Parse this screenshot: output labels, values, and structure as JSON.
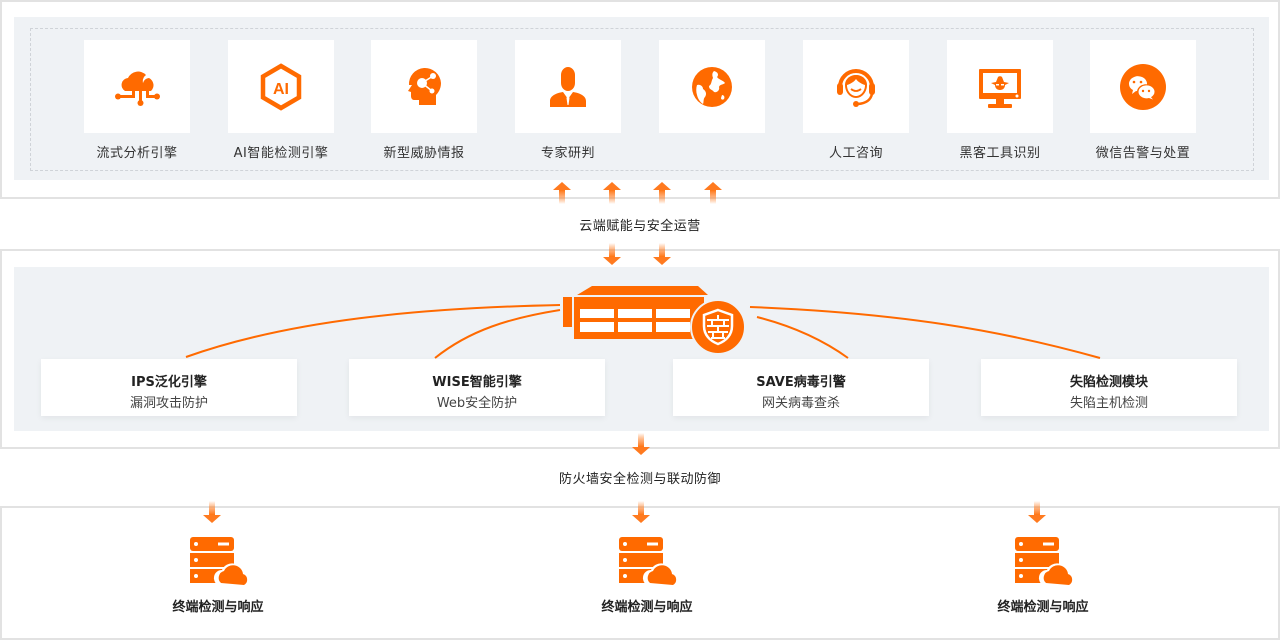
{
  "colors": {
    "accent": "#ff6a00",
    "panel_bg": "#eff2f5",
    "frame_border": "#e2e2e2",
    "text_primary": "#222222",
    "text_secondary": "#444444"
  },
  "cloud_layer": {
    "tiles": [
      {
        "icon": "cloud-network-icon",
        "label": "流式分析引擎"
      },
      {
        "icon": "ai-hexagon-icon",
        "label": "AI智能检测引擎"
      },
      {
        "icon": "head-intelligence-icon",
        "label": "新型威胁情报"
      },
      {
        "icon": "expert-person-icon",
        "label": "专家研判"
      },
      {
        "icon": "globe-icon",
        "label": ""
      },
      {
        "icon": "headset-support-icon",
        "label": "人工咨询"
      },
      {
        "icon": "hacker-monitor-icon",
        "label": "黑客工具识别"
      },
      {
        "icon": "wechat-icon",
        "label": "微信告警与处置"
      }
    ]
  },
  "connector_1": {
    "label": "云端赋能与安全运营"
  },
  "firewall_layer": {
    "device_icon": "firewall-appliance-icon",
    "badge_icon": "shield-brick-icon",
    "modules": [
      {
        "title": "IPS泛化引擎",
        "subtitle": "漏洞攻击防护"
      },
      {
        "title": "WISE智能引擎",
        "subtitle": "Web安全防护"
      },
      {
        "title": "SAVE病毒引警",
        "subtitle": "网关病毒查杀"
      },
      {
        "title": "失陷检测模块",
        "subtitle": "失陷主机检测"
      }
    ]
  },
  "connector_2": {
    "label": "防火墙安全检测与联动防御"
  },
  "endpoint_layer": {
    "items": [
      {
        "icon": "server-cloud-icon",
        "label": "终端检测与响应"
      },
      {
        "icon": "server-cloud-icon",
        "label": "终端检测与响应"
      },
      {
        "icon": "server-cloud-icon",
        "label": "终端检测与响应"
      }
    ]
  }
}
